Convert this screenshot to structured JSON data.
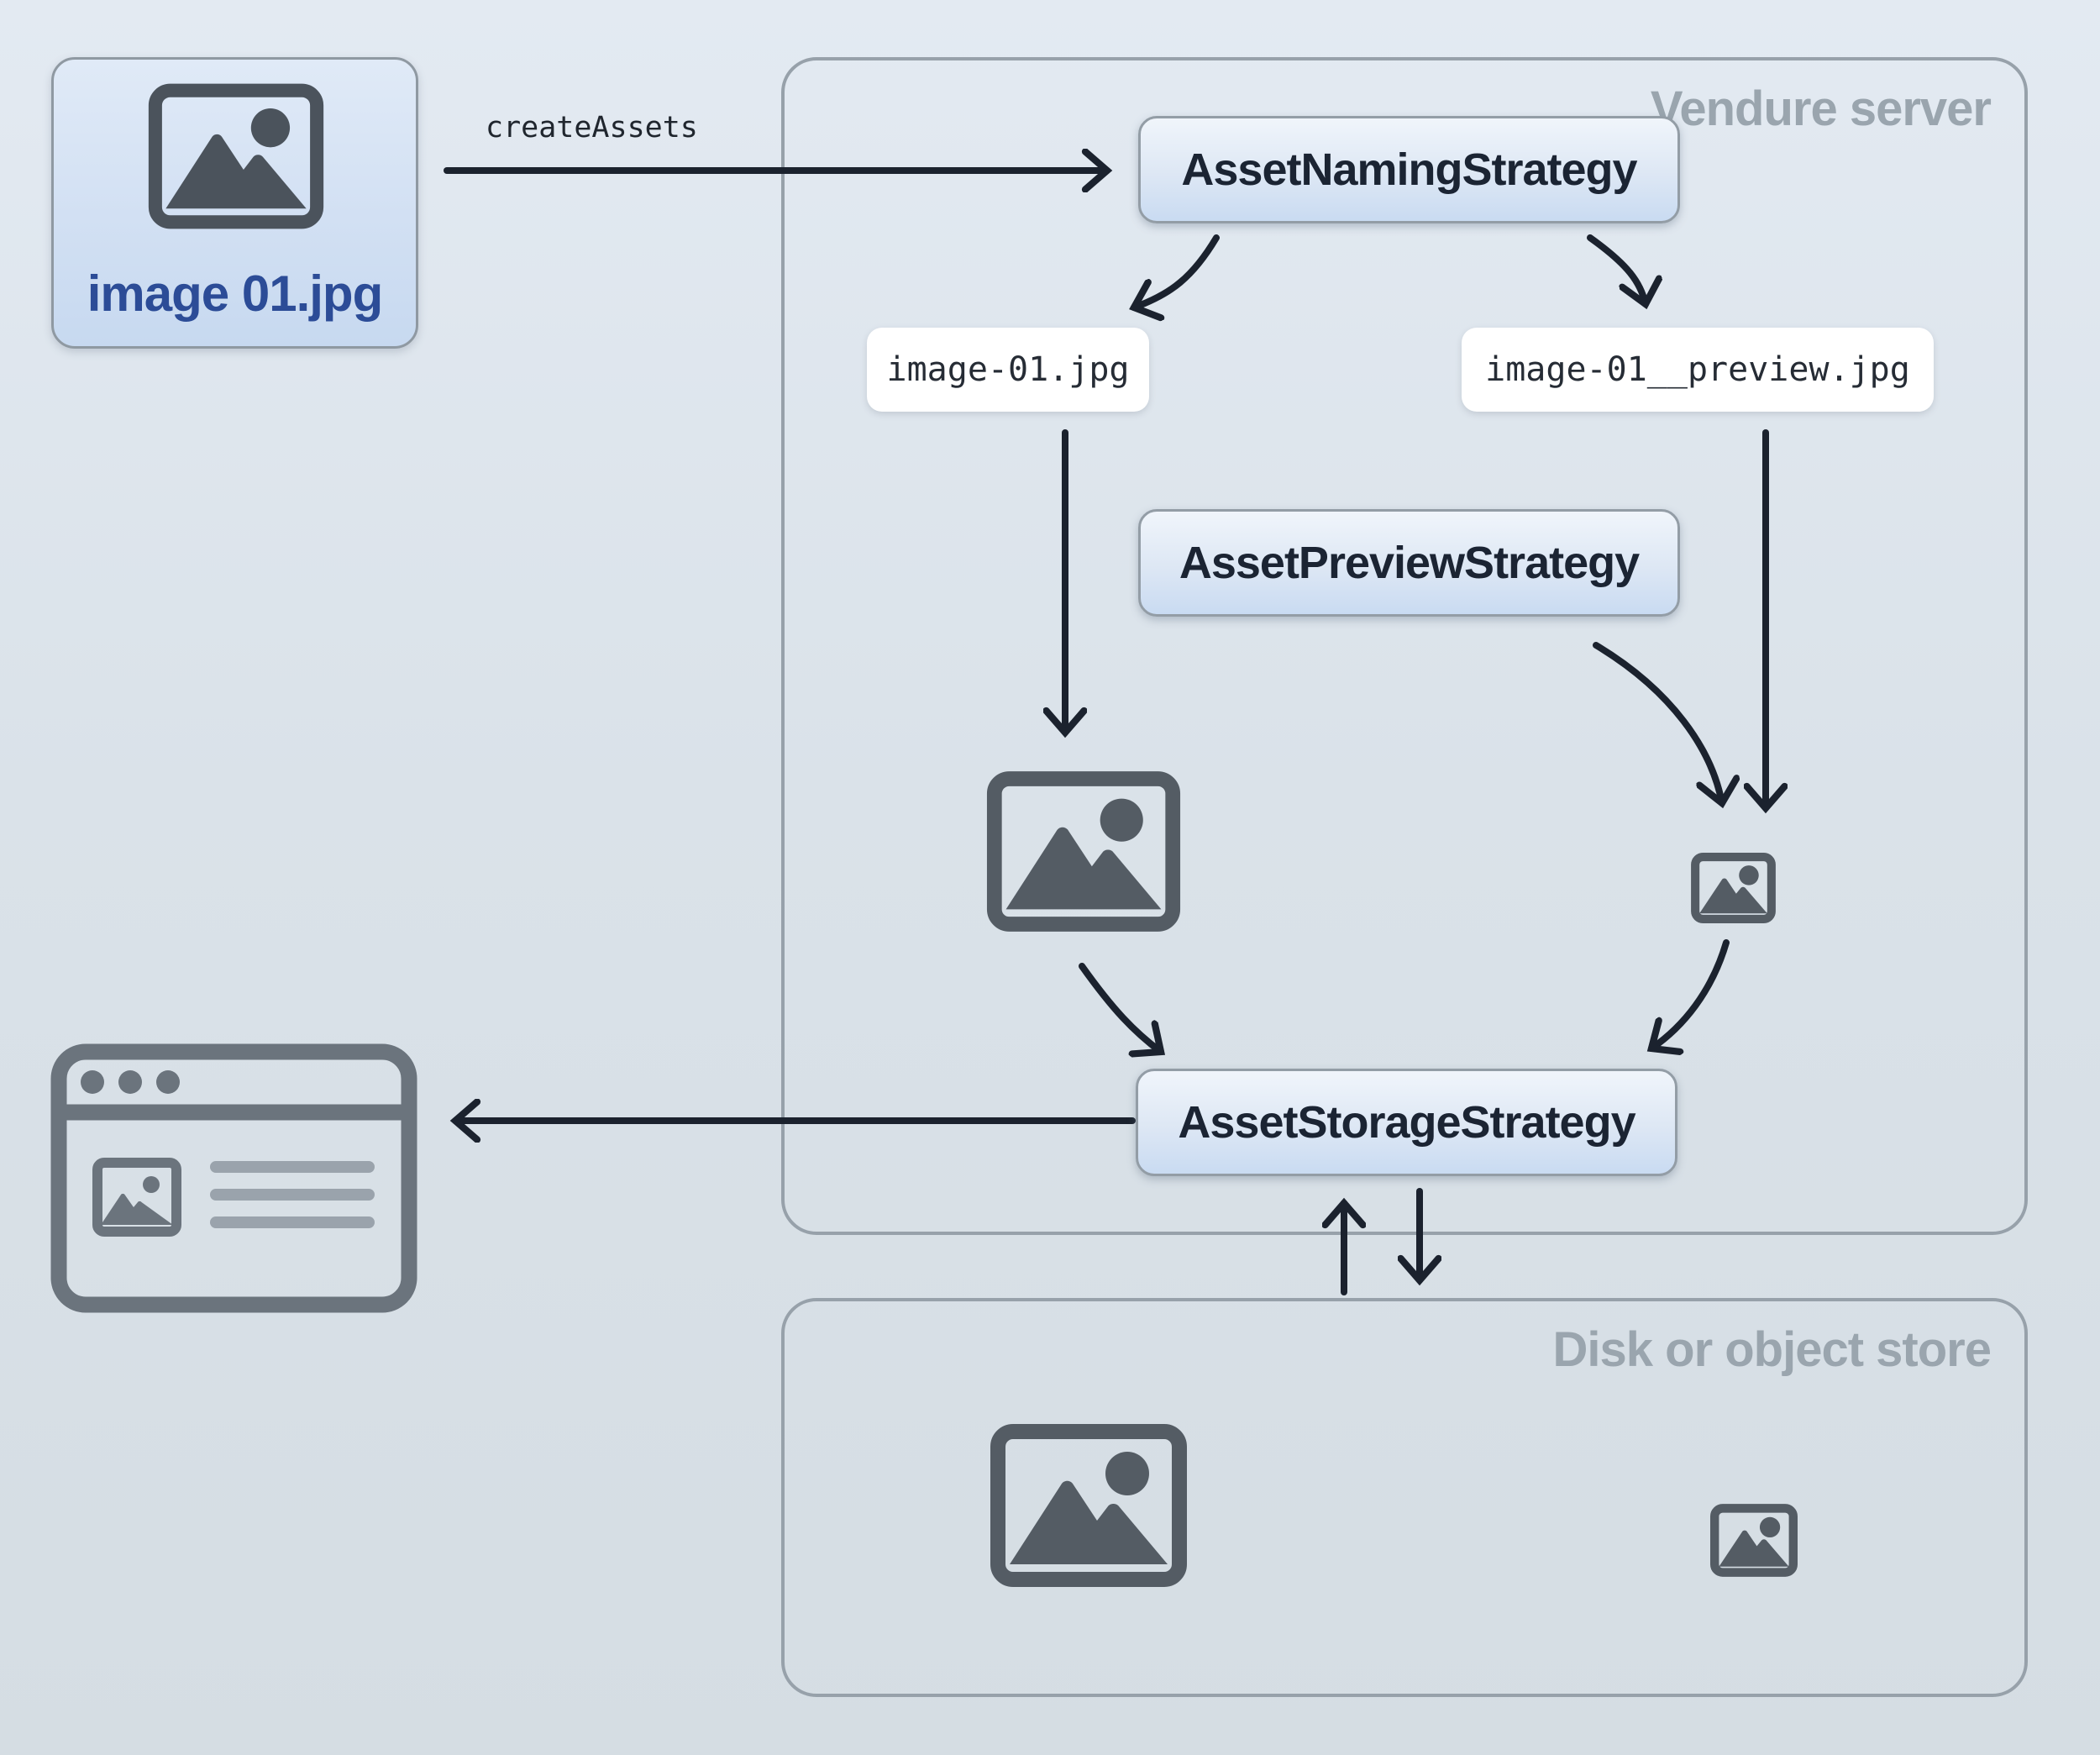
{
  "nodes": {
    "source_image": {
      "label": "image 01.jpg"
    },
    "create_assets": {
      "label": "createAssets"
    },
    "vendure_server": {
      "label": "Vendure server",
      "asset_naming_strategy": {
        "label": "AssetNamingStrategy"
      },
      "source_filename": {
        "label": "image-01.jpg"
      },
      "preview_filename": {
        "label": "image-01__preview.jpg"
      },
      "asset_preview_strategy": {
        "label": "AssetPreviewStrategy"
      },
      "asset_storage_strategy": {
        "label": "AssetStorageStrategy"
      }
    },
    "disk_store": {
      "label": "Disk or object store"
    }
  },
  "colors": {
    "background_top": "#e3eaf2",
    "background_bottom": "#d5dde3",
    "container_border": "#97a1aa",
    "container_title": "#9aa5ae",
    "strategy_text": "#1b2433",
    "file_label_blue": "#2c4c97",
    "arrow": "#1b222e",
    "icon_dark": "#545c64",
    "browser_icon": "#6b747d",
    "browser_text_lines": "#9aa3ac",
    "chip_background": "#ffffff"
  }
}
